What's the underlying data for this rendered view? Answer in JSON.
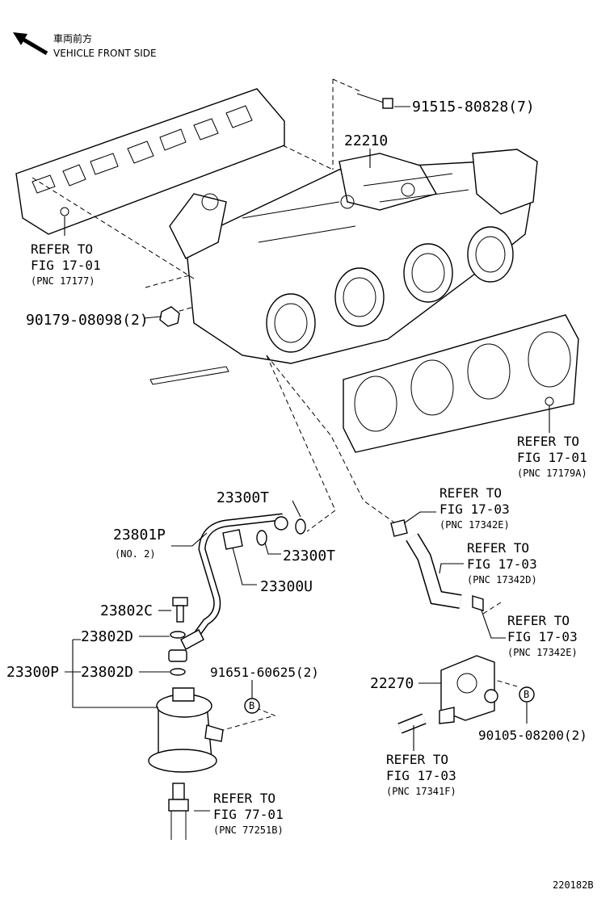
{
  "header": {
    "japanese": "車両前方",
    "english": "VEHICLE FRONT SIDE"
  },
  "parts": {
    "bolt_top": "91515-80828(7)",
    "manifold": "22210",
    "nut_left": "90179-08098(2)",
    "gasket_t1": "23300T",
    "gasket_t2": "23300T",
    "pipe": "23801P",
    "pipe_note": "(NO. 2)",
    "union_bolt": "23300U",
    "bolt_c": "23802C",
    "gasket_d1": "23802D",
    "gasket_d2": "23802D",
    "regulator": "23300P",
    "bolt_b_left": "91651-60625(2)",
    "throttle": "22270",
    "bolt_b_right": "90105-08200(2)"
  },
  "markers": {
    "b_left": "B",
    "b_right": "B"
  },
  "refs": {
    "r1": {
      "refer": "REFER TO",
      "fig": "FIG 17-01",
      "pnc": "(PNC 17177)"
    },
    "r2": {
      "refer": "REFER TO",
      "fig": "FIG 17-01",
      "pnc": "(PNC 17179A)"
    },
    "r3": {
      "refer": "REFER TO",
      "fig": "FIG 17-03",
      "pnc": "(PNC 17342E)"
    },
    "r4": {
      "refer": "REFER TO",
      "fig": "FIG 17-03",
      "pnc": "(PNC 17342D)"
    },
    "r5": {
      "refer": "REFER TO",
      "fig": "FIG 17-03",
      "pnc": "(PNC 17342E)"
    },
    "r6": {
      "refer": "REFER TO",
      "fig": "FIG 17-03",
      "pnc": "(PNC 17341F)"
    },
    "r7": {
      "refer": "REFER TO",
      "fig": "FIG 77-01",
      "pnc": "(PNC 77251B)"
    }
  },
  "footer": {
    "code": "220182B"
  }
}
